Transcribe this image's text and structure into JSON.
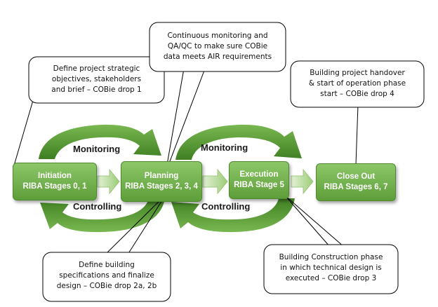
{
  "stages": [
    {
      "name": "Initiation",
      "riba": "RIBA Stages 0, 1"
    },
    {
      "name": "Planning",
      "riba": "RIBA Stages 2, 3, 4"
    },
    {
      "name": "Execution",
      "riba": "RIBA Stage 5"
    },
    {
      "name": "Close Out",
      "riba": "RIBA Stages 6, 7"
    }
  ],
  "cycles": [
    {
      "top_label": "Monitoring",
      "bottom_label": "Controlling"
    },
    {
      "top_label": "Monitoring",
      "bottom_label": "Controlling"
    }
  ],
  "callouts": [
    {
      "lines": [
        "Define project strategic",
        "objectives, stakeholders",
        "and brief – COBie drop 1"
      ]
    },
    {
      "lines": [
        "Continuous monitoring and",
        "QA/QC to make sure COBie",
        "data meets AIR requirements"
      ]
    },
    {
      "lines": [
        "Building project handover",
        "& start of operation phase",
        "start – COBie drop 4"
      ]
    },
    {
      "lines": [
        "Define building",
        "specifications and finalize",
        "design – COBie drop 2a, 2b"
      ]
    },
    {
      "lines": [
        "Building Construction phase",
        "in which technical design is",
        "executed – COBie drop 3"
      ]
    }
  ],
  "colors": {
    "stage": "#6aab44",
    "arrow_light": "#b9dd9a",
    "arrow_dark": "#4e8d2b"
  }
}
